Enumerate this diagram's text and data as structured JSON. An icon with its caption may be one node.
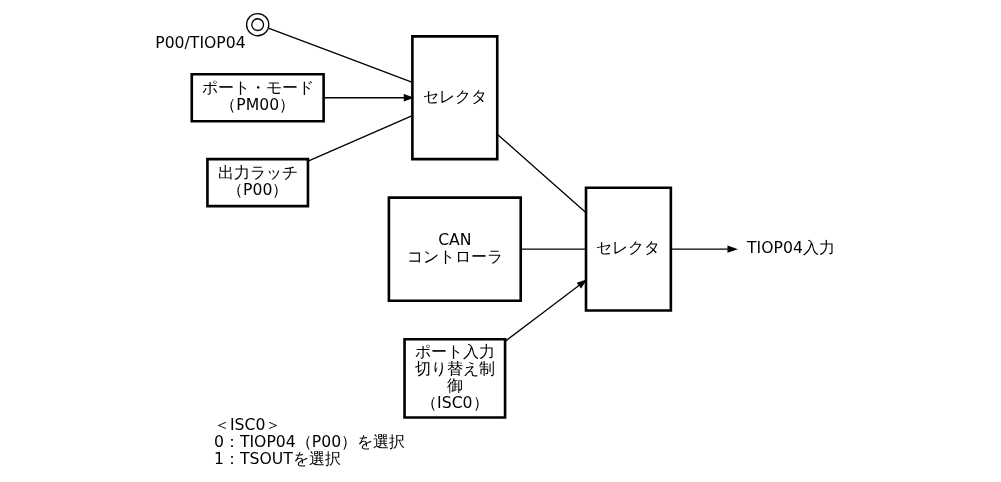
{
  "diagram": {
    "nodes": [
      {
        "text": [],
        "shape": "circle",
        "beside": [
          "P00/TIOP04"
        ]
      },
      {
        "text": [
          "セレクタ"
        ]
      },
      {
        "text": [
          "CAN コントローラ"
        ]
      },
      {
        "text": [
          "セレクタ"
        ]
      },
      {
        "text": [
          "ポート・モード（PM00）"
        ]
      },
      {
        "text": [
          "出力ラッチ（P00）"
        ]
      },
      {
        "text": [
          "ポート入力切り替え制御（ISC0）"
        ],
        "beside": [
          "＜ISC0＞",
          "0：TIOP04（P00）を選択",
          "1：TSOUTを選択"
        ]
      },
      {
        "text": [
          "TIOP04入力"
        ]
      }
    ],
    "edges": [
      {
        "from": 0,
        "to": 1,
        "arrow": "none"
      },
      {
        "from": 5,
        "to": 1,
        "arrow": "none"
      },
      {
        "from": 4,
        "to": 1,
        "arrow": "to"
      },
      {
        "from": 1,
        "to": 3,
        "arrow": "none"
      },
      {
        "from": 2,
        "to": 3,
        "arrow": "none"
      },
      {
        "from": 6,
        "to": 3,
        "arrow": "to"
      },
      {
        "from": 3,
        "to": 7,
        "arrow": "to"
      }
    ]
  }
}
